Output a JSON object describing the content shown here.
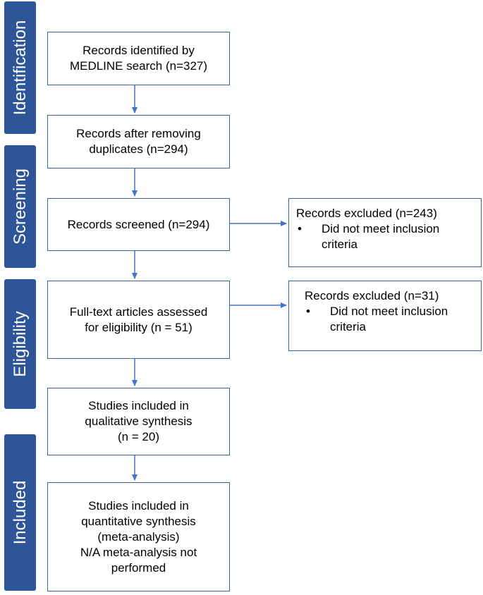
{
  "stages": {
    "identification": "Identification",
    "screening": "Screening",
    "eligibility": "Eligibility",
    "included": "Included"
  },
  "boxes": {
    "identified": "Records identified by\nMEDLINE search (n=327)",
    "after_duplicates": "Records after removing\nduplicates (n=294)",
    "screened": "Records screened (n=294)",
    "full_text": "Full-text articles assessed\nfor eligibility (n = 51)",
    "qualitative": "Studies included in\nqualitative synthesis\n(n = 20)",
    "quantitative": "Studies included in\nquantitative synthesis\n(meta-analysis)\nN/A meta-analysis not\nperformed"
  },
  "exclusions": {
    "screening": {
      "title": "Records excluded (n=243)",
      "bullet": "•",
      "reason": "Did not meet inclusion\ncriteria"
    },
    "eligibility": {
      "title": "Records excluded (n=31)",
      "bullet": "•",
      "reason": "Did not meet inclusion\ncriteria"
    }
  },
  "colors": {
    "stage_fill": "#2e5597",
    "box_border": "#3a63a8",
    "arrow": "#4472c4"
  }
}
